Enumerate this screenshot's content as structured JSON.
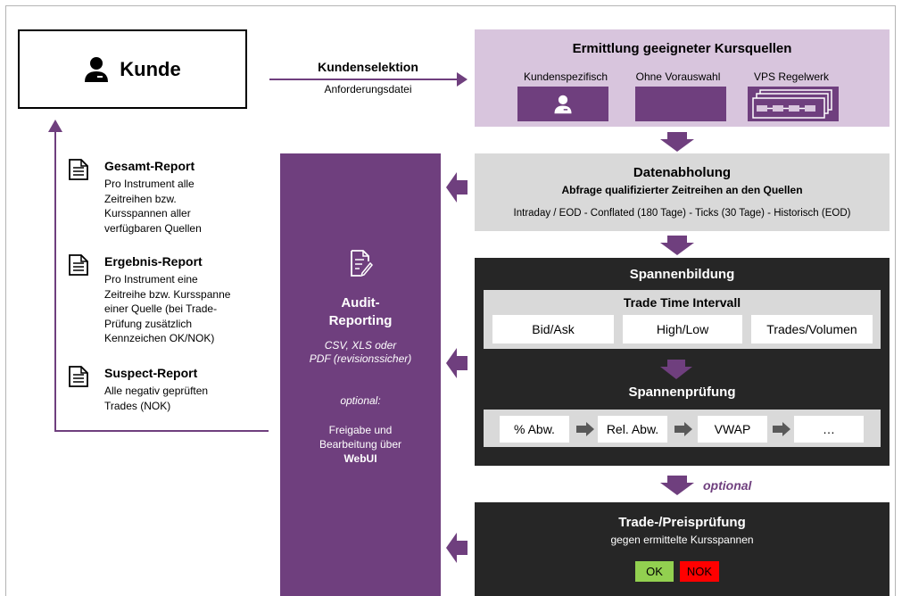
{
  "kunde": {
    "label": "Kunde"
  },
  "flow": {
    "kundenselektion": "Kundenselektion",
    "anforderungsdatei": "Anforderungsdatei"
  },
  "ermittlung": {
    "title": "Ermittlung geeigneter Kursquellen",
    "options": [
      "Kundenspezifisch",
      "Ohne Vorauswahl",
      "VPS Regelwerk"
    ]
  },
  "datenabholung": {
    "title": "Datenabholung",
    "subtitle": "Abfrage qualifizierter Zeitreihen an den Quellen",
    "detail": "Intraday / EOD - Conflated (180 Tage) - Ticks (30 Tage) - Historisch (EOD)"
  },
  "spannenbildung": {
    "title": "Spannenbildung",
    "interval_title": "Trade Time Intervall",
    "interval_items": [
      "Bid/Ask",
      "High/Low",
      "Trades/Volumen"
    ]
  },
  "spannenpruefung": {
    "title": "Spannenprüfung",
    "steps": [
      "% Abw.",
      "Rel. Abw.",
      "VWAP",
      "…"
    ]
  },
  "optional_label": "optional",
  "trade": {
    "title": "Trade-/Preisprüfung",
    "subtitle": "gegen ermittelte Kursspannen",
    "ok": "OK",
    "nok": "NOK",
    "ok_color": "#92d050",
    "nok_color": "#ff0000"
  },
  "audit": {
    "title_line1": "Audit-",
    "title_line2": "Reporting",
    "formats_line1": "CSV, XLS oder",
    "formats_line2": "PDF (revisionssicher)",
    "optional": "optional:",
    "freigabe_line1": "Freigabe und",
    "freigabe_line2": "Bearbeitung über",
    "freigabe_line3": "WebUI"
  },
  "reports": [
    {
      "title": "Gesamt-Report",
      "lines": [
        "Pro Instrument alle",
        "Zeitreihen bzw.",
        "Kursspannen aller",
        "verfügbaren Quellen"
      ]
    },
    {
      "title": "Ergebnis-Report",
      "lines": [
        "Pro Instrument eine",
        "Zeitreihe bzw. Kursspanne",
        "einer Quelle (bei Trade-",
        "Prüfung zusätzlich",
        "Kennzeichen OK/NOK)"
      ]
    },
    {
      "title": "Suspect-Report",
      "lines": [
        "Alle negativ geprüften",
        "Trades (NOK)"
      ]
    }
  ],
  "colors": {
    "purple": "#6f3f7e",
    "light_purple": "#d8c5dd",
    "gray": "#d9d9d9",
    "dark": "#262626"
  }
}
